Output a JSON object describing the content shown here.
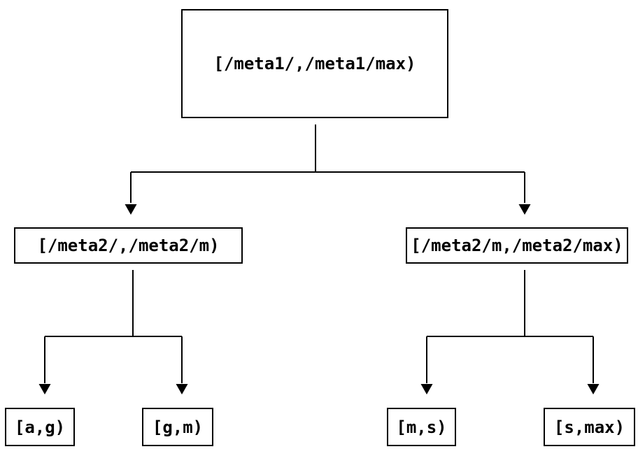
{
  "diagram": {
    "type": "tree",
    "background": "#ffffff",
    "line_color": "#000000",
    "text_color": "#000000",
    "nodes": {
      "root": {
        "label": "[/meta1/,/meta1/max)"
      },
      "mid_left": {
        "label": "[/meta2/,/meta2/m)"
      },
      "mid_right": {
        "label": "[/meta2/m,/meta2/max)"
      },
      "leaf_ag": {
        "label": "[a,g)"
      },
      "leaf_gm": {
        "label": "[g,m)"
      },
      "leaf_ms": {
        "label": "[m,s)"
      },
      "leaf_smax": {
        "label": "[s,max)"
      }
    },
    "edges": [
      {
        "from": "root",
        "to": "mid_left"
      },
      {
        "from": "root",
        "to": "mid_right"
      },
      {
        "from": "mid_left",
        "to": "leaf_ag"
      },
      {
        "from": "mid_left",
        "to": "leaf_gm"
      },
      {
        "from": "mid_right",
        "to": "leaf_ms"
      },
      {
        "from": "mid_right",
        "to": "leaf_smax"
      }
    ]
  }
}
